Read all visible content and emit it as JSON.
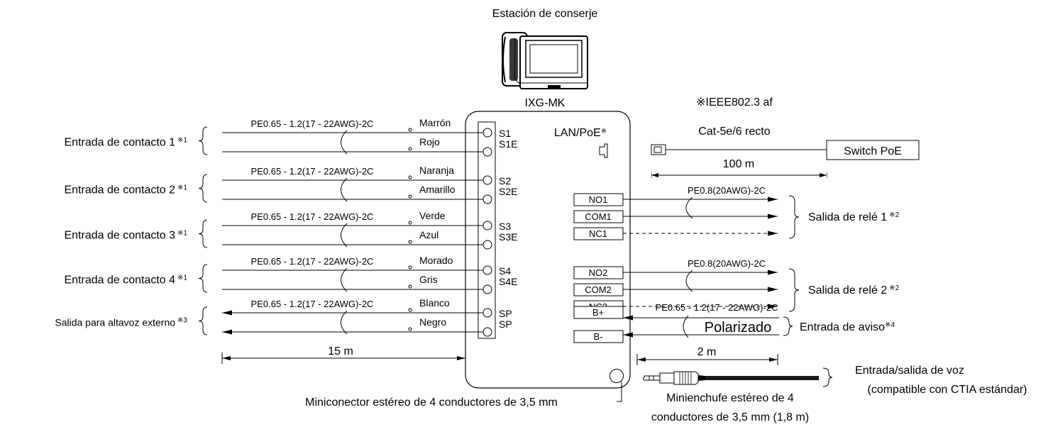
{
  "station": {
    "title": "Estación de conserje",
    "model": "IXG-MK"
  },
  "wire_spec": "PE0.65 - 1.2(17 - 22AWG)-2C",
  "left_groups": [
    {
      "label": "Entrada de contacto 1",
      "mark": "※1",
      "colors": [
        "Marrón",
        "Rojo"
      ],
      "terminals": [
        "S1",
        "S1E"
      ]
    },
    {
      "label": "Entrada de contacto 2",
      "mark": "※1",
      "colors": [
        "Naranja",
        "Amarillo"
      ],
      "terminals": [
        "S2",
        "S2E"
      ]
    },
    {
      "label": "Entrada de contacto 3",
      "mark": "※1",
      "colors": [
        "Verde",
        "Azul"
      ],
      "terminals": [
        "S3",
        "S3E"
      ]
    },
    {
      "label": "Entrada de contacto 4",
      "mark": "※1",
      "colors": [
        "Morado",
        "Gris"
      ],
      "terminals": [
        "S4",
        "S4E"
      ]
    },
    {
      "label": "Salida para altavoz externo",
      "mark": "※3",
      "colors": [
        "Blanco",
        "Negro"
      ],
      "terminals": [
        "SP",
        "SP"
      ]
    }
  ],
  "left_distance": "15 m",
  "lan": {
    "label": "LAN/PoE",
    "mark": "※",
    "note": "※IEEE802.3 af",
    "cable": "Cat-5e/6 recto",
    "switch": "Switch PoE",
    "distance": "100 m"
  },
  "relay_groups": [
    {
      "label": "Salida de relé 1",
      "mark": "※2",
      "wire": "PE0.8(20AWG)-2C",
      "terminals": [
        "NO1",
        "COM1",
        "NC1"
      ]
    },
    {
      "label": "Salida de relé 2",
      "mark": "※2",
      "wire": "PE0.8(20AWG)-2C",
      "terminals": [
        "NO2",
        "COM2",
        "NC2"
      ]
    }
  ],
  "alert": {
    "terminals": [
      "B+",
      "B-"
    ],
    "wire": "PE0.65 - 1.2(17 - 22AWG)-2C",
    "polarity": "Polarizado",
    "label": "Entrada de aviso",
    "mark": "※4",
    "distance": "2 m"
  },
  "audio": {
    "jack_label": "Miniconector estéreo de 4 conductores de 3,5 mm",
    "plug_line1": "Minienchufe estéreo de 4",
    "plug_line2": "conductores de 3,5 mm (1,8 m)",
    "io_line1": "Entrada/salida de voz",
    "io_line2": "(compatible con CTIA estándar)"
  }
}
